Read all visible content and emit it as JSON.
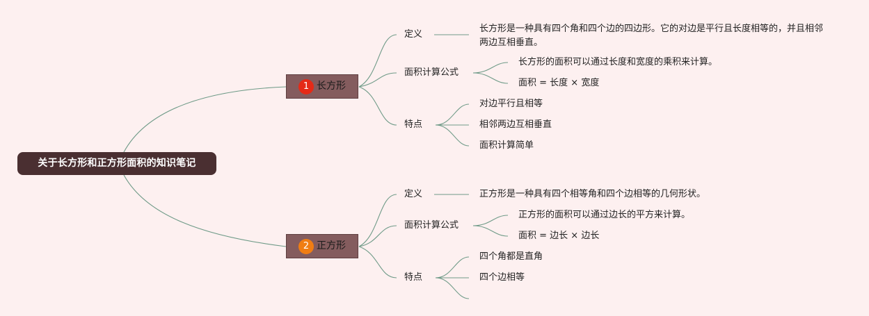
{
  "root": "关于长方形和正方形面积的知识笔记",
  "branches": [
    {
      "badge": "1",
      "badge_color": "#e52a17",
      "title": "长方形",
      "definition_label": "定义",
      "definition_text": "长方形是一种具有四个角和四个边的四边形。它的对边是平行且长度相等的，并且相邻两边互相垂直。",
      "formula_label": "面积计算公式",
      "formula_items": [
        "长方形的面积可以通过长度和宽度的乘积来计算。",
        "面积 = 长度 × 宽度"
      ],
      "feature_label": "特点",
      "feature_items": [
        "对边平行且相等",
        "相邻两边互相垂直",
        "面积计算简单"
      ]
    },
    {
      "badge": "2",
      "badge_color": "#f07d13",
      "title": "正方形",
      "definition_label": "定义",
      "definition_text": "正方形是一种具有四个相等角和四个边相等的几何形状。",
      "formula_label": "面积计算公式",
      "formula_items": [
        "正方形的面积可以通过边长的平方来计算。",
        "面积 = 边长 × 边长"
      ],
      "feature_label": "特点",
      "feature_items": [
        "四个角都是直角",
        "四个边相等",
        ""
      ]
    }
  ],
  "colors": {
    "background": "#fdf0f0",
    "root_fill": "#4a2f31",
    "main_fill": "#845c5e",
    "connector": "#6e9a87"
  }
}
